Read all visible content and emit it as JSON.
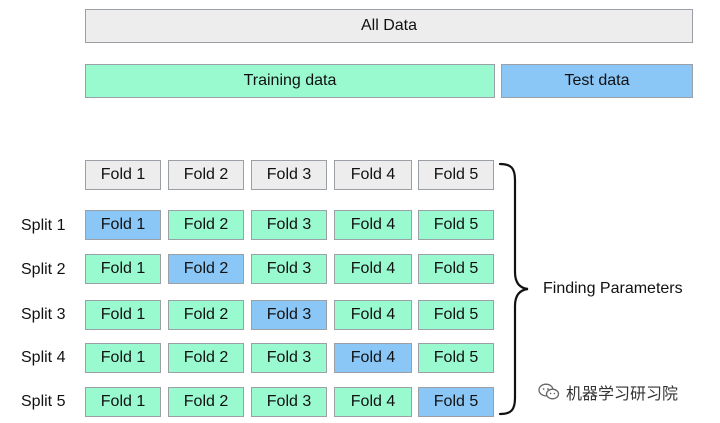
{
  "all_data": "All Data",
  "training_data": "Training data",
  "test_data": "Test data",
  "header_folds": [
    "Fold 1",
    "Fold 2",
    "Fold 3",
    "Fold 4",
    "Fold 5"
  ],
  "splits": [
    {
      "label": "Split 1",
      "folds": [
        "Fold 1",
        "Fold 2",
        "Fold 3",
        "Fold 4",
        "Fold 5"
      ],
      "test_fold": 1
    },
    {
      "label": "Split 2",
      "folds": [
        "Fold 1",
        "Fold 2",
        "Fold 3",
        "Fold 4",
        "Fold 5"
      ],
      "test_fold": 2
    },
    {
      "label": "Split 3",
      "folds": [
        "Fold 1",
        "Fold 2",
        "Fold 3",
        "Fold 4",
        "Fold 5"
      ],
      "test_fold": 3
    },
    {
      "label": "Split 4",
      "folds": [
        "Fold 1",
        "Fold 2",
        "Fold 3",
        "Fold 4",
        "Fold 5"
      ],
      "test_fold": 4
    },
    {
      "label": "Split 5",
      "folds": [
        "Fold 1",
        "Fold 2",
        "Fold 3",
        "Fold 4",
        "Fold 5"
      ],
      "test_fold": 5
    }
  ],
  "finding_parameters": "Finding Parameters",
  "watermark_text": "机器学习研习院",
  "colors": {
    "all_data_bg": "#ededed",
    "training_bg": "#99f9cf",
    "test_bg": "#8ac6f6",
    "border": "#9aa0a6"
  }
}
